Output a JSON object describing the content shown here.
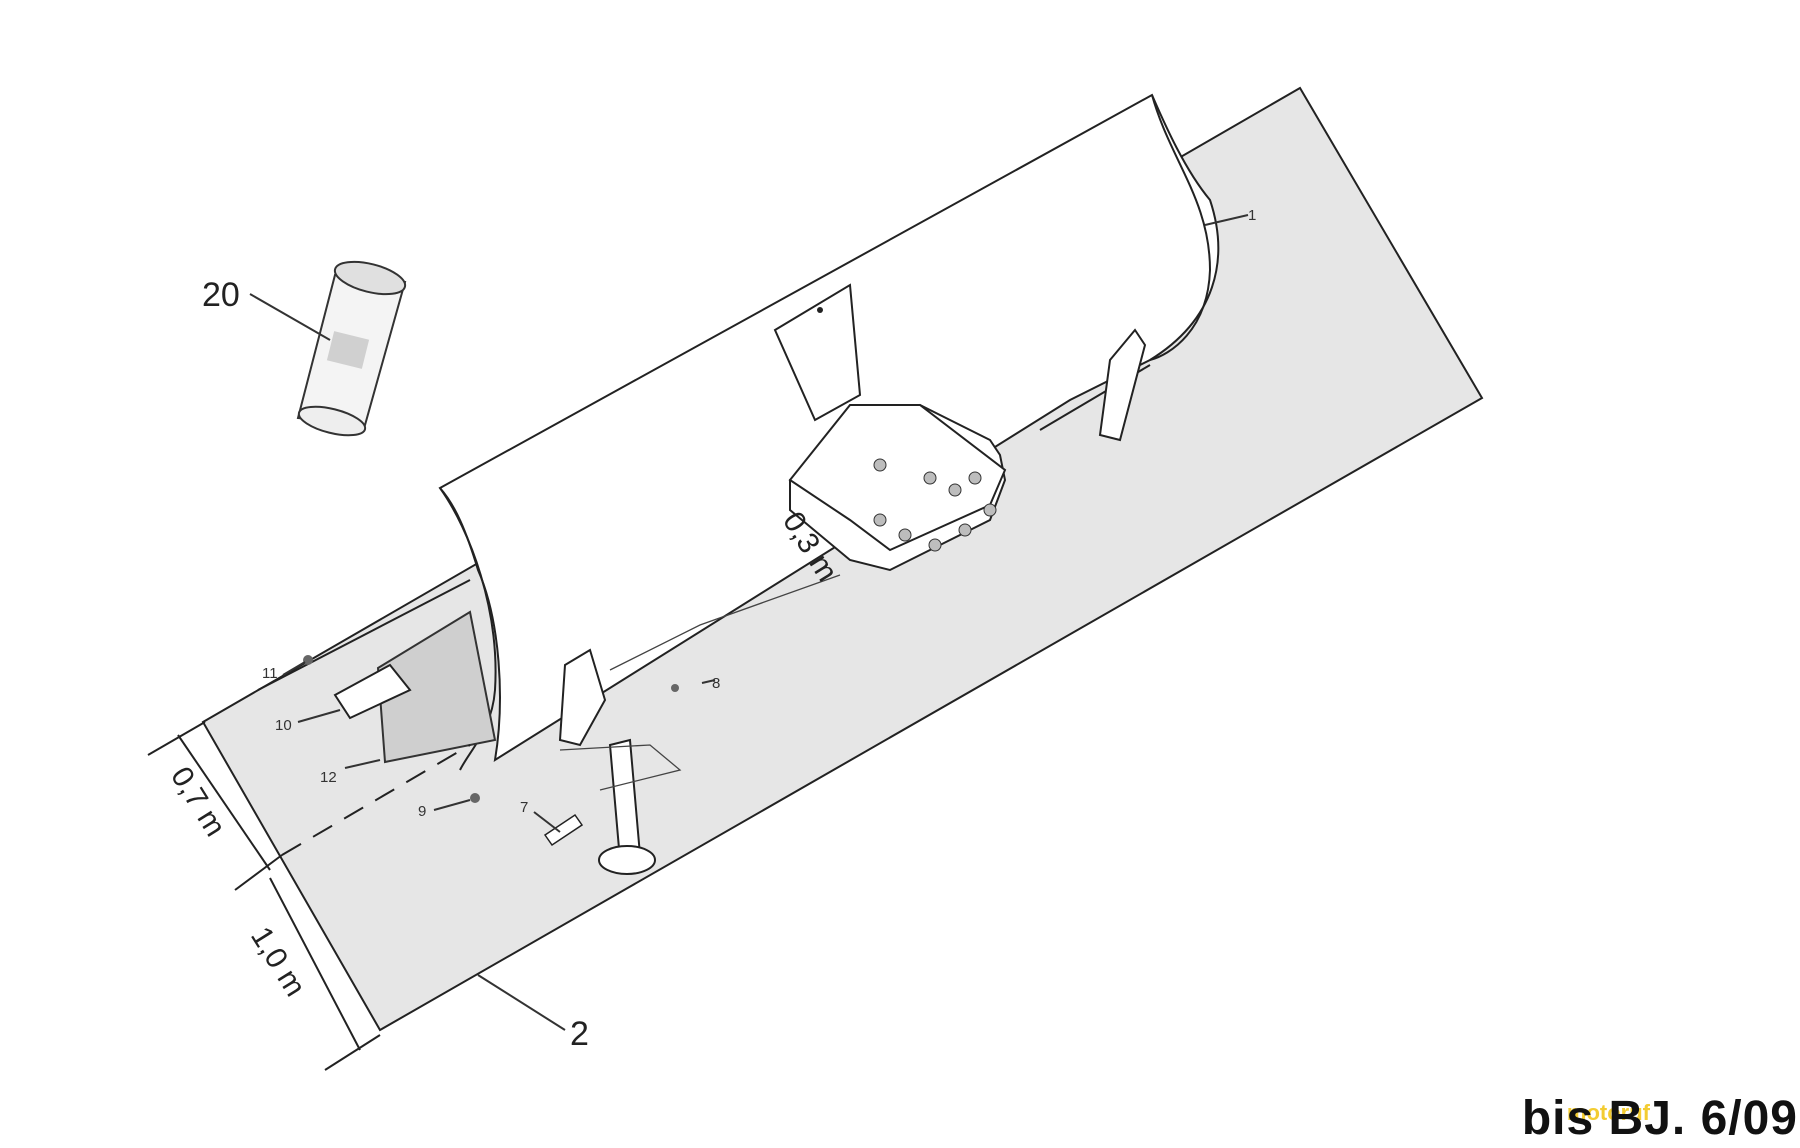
{
  "diagram": {
    "callouts": {
      "part_1": "1",
      "part_2": "2",
      "part_7": "7",
      "part_8": "8",
      "part_9": "9",
      "part_10": "10",
      "part_11": "11",
      "part_12": "12",
      "part_20": "20"
    },
    "dimensions": {
      "upper": "0,7 m",
      "lower": "1,0 m",
      "center": "0,3 m"
    },
    "colors": {
      "ground": "#e6e6e6",
      "blade": "#ffffff",
      "line": "#222222",
      "watermark": "#f1c40f"
    }
  },
  "footer": {
    "label": "bis BJ. 6/09",
    "watermark": "motoruf"
  }
}
